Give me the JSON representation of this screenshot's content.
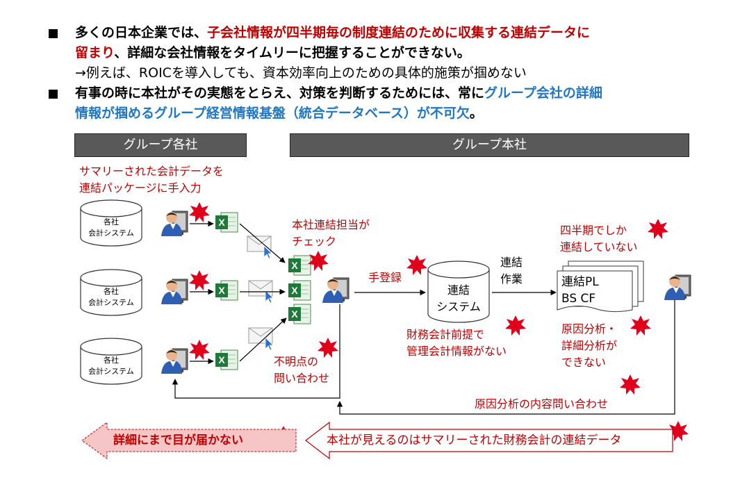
{
  "bullets": [
    {
      "line1": [
        "多くの日本企業では、",
        "子会社情報が四半期毎の制度連結のために収集する連結データに"
      ],
      "line2": [
        "留まり",
        "、詳細な会社情報をタイムリーに把握することができない。"
      ],
      "line3": "→例えば、ROICを導入しても、資本効率向上のための具体的施策が掴めない"
    },
    {
      "line1": [
        "有事の時に本社がその実態をとらえ、対策を判断するためには、常に",
        "グループ会社の詳細"
      ],
      "line2": [
        "情報が掴めるグループ経営情報基盤（統合データベース）が不可欠",
        "。"
      ]
    }
  ],
  "headers": {
    "left": "グループ各社",
    "right": "グループ本社"
  },
  "labels": {
    "manual_input": [
      "サマリーされた会計データを",
      "連結パッケージに手入力"
    ],
    "check": [
      "本社連結担当が",
      "チェック"
    ],
    "manual_reg": "手登録",
    "consol_work": [
      "連結",
      "作業"
    ],
    "quarterly": [
      "四半期でしか",
      "連結していない"
    ],
    "no_mgmt": [
      "財務会計前提で",
      "管理会計情報がない"
    ],
    "no_analysis": [
      "原因分析・",
      "詳細分析が",
      "できない"
    ],
    "inquiry": [
      "不明点の",
      "問い合わせ"
    ],
    "cause_inquiry": "原因分析の内容問い合わせ"
  },
  "db_label": [
    "各社",
    "会計システム"
  ],
  "consol_system": [
    "連結",
    "システム"
  ],
  "report": [
    "連結PL",
    "BS CF"
  ],
  "banners": {
    "left": "詳細にまで目が届かない",
    "right": "本社が見えるのはサマリーされた財務会計の連結データ"
  },
  "colors": {
    "accent_red": "#c00000",
    "accent_blue": "#1f77c4",
    "header_bg": "#595959",
    "star_red": "#e0001b",
    "excel_green": "#1f7a3a"
  }
}
